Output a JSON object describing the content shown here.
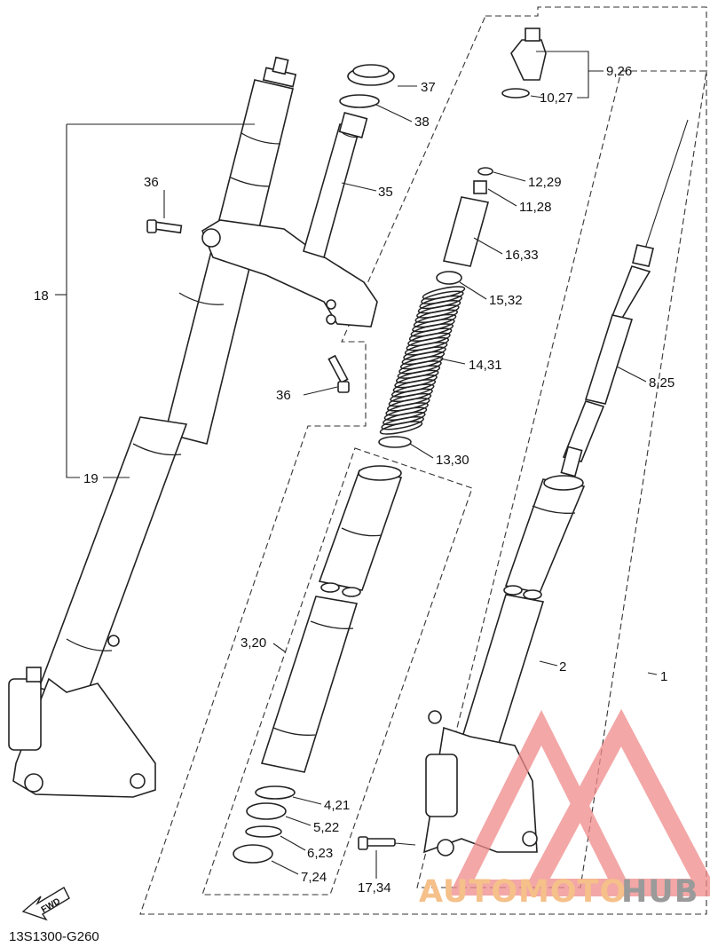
{
  "diagram": {
    "code": "13S1300-G260",
    "fwd_label": "FWD",
    "labels": {
      "p1": "1",
      "p2": "2",
      "p3": "3,20",
      "p4": "4,21",
      "p5": "5,22",
      "p6": "6,23",
      "p7": "7,24",
      "p8": "8,25",
      "p9": "9,26",
      "p10": "10,27",
      "p11": "11,28",
      "p12": "12,29",
      "p13": "13,30",
      "p14": "14,31",
      "p15": "15,32",
      "p16": "16,33",
      "p17": "17,34",
      "p18": "18",
      "p19": "19",
      "p35": "35",
      "p36a": "36",
      "p36b": "36",
      "p37": "37",
      "p38": "38"
    }
  },
  "watermark": {
    "text_left": "AUTOMOTO",
    "text_right": "HUB",
    "color_left": "#f5c089",
    "color_right": "#9a9a9a",
    "logo_color": "#f08a8a"
  }
}
